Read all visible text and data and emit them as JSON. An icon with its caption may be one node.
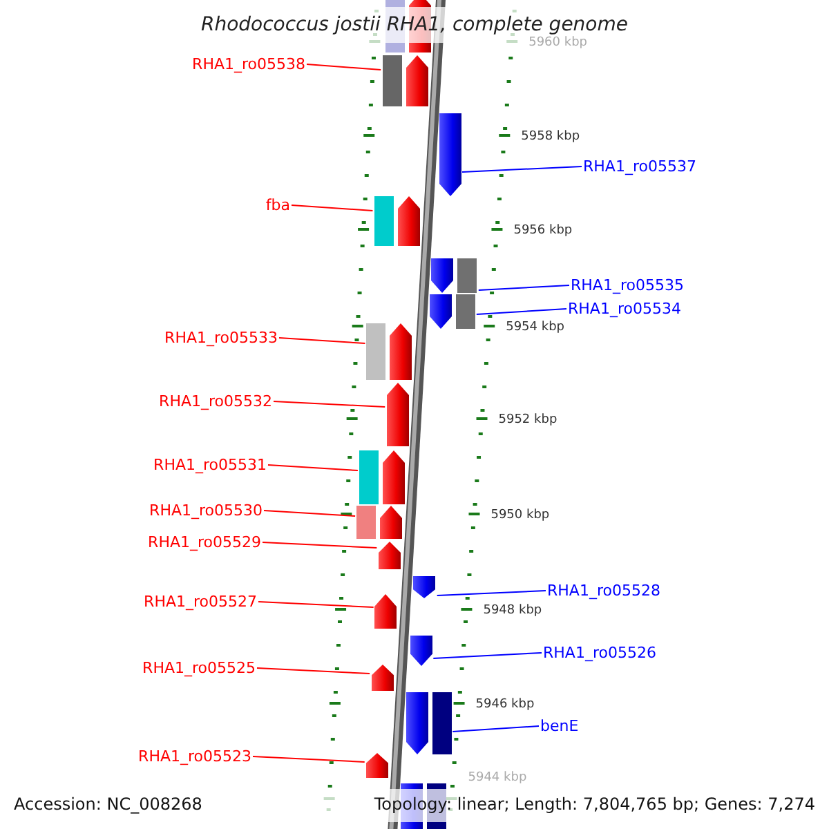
{
  "diagram": {
    "title": "Rhodococcus jostii RHA1, complete genome",
    "nodes": [
      {
        "text": [],
        "shape": "arrow"
      },
      {
        "text": [],
        "shape": "arrow"
      },
      {
        "text": [],
        "shape": "arrow"
      },
      {
        "text": [],
        "shape": "arrow"
      },
      {
        "text": [],
        "shape": "arrow"
      },
      {
        "text": [],
        "shape": "arrow"
      },
      {
        "text": [],
        "shape": "arrow"
      },
      {
        "text": [],
        "shape": "arrow"
      },
      {
        "text": [],
        "shape": "arrow"
      },
      {
        "text": [],
        "shape": "arrow"
      },
      {
        "text": [],
        "shape": "arrow"
      },
      {
        "text": [],
        "shape": "arrow"
      },
      {
        "text": [],
        "shape": "arrow"
      },
      {
        "text": [],
        "shape": "arrow"
      },
      {
        "text": [],
        "shape": "arrow"
      },
      {
        "text": [],
        "shape": "arrow"
      },
      {
        "text": [],
        "shape": "arrow"
      },
      {
        "text": [],
        "shape": "arrow"
      },
      {
        "text": [
          "RHA1_ro05538"
        ]
      },
      {
        "text": [
          "RHA1_ro05537"
        ]
      },
      {
        "text": [
          "fba"
        ]
      },
      {
        "text": [
          "RHA1_ro05535"
        ]
      },
      {
        "text": [
          "RHA1_ro05534"
        ]
      },
      {
        "text": [
          "RHA1_ro05533"
        ]
      },
      {
        "text": [
          "RHA1_ro05532"
        ]
      },
      {
        "text": [
          "RHA1_ro05531"
        ]
      },
      {
        "text": [
          "RHA1_ro05530"
        ]
      },
      {
        "text": [
          "RHA1_ro05529"
        ]
      },
      {
        "text": [
          "RHA1_ro05528"
        ]
      },
      {
        "text": [
          "RHA1_ro05527"
        ]
      },
      {
        "text": [
          "RHA1_ro05526"
        ]
      },
      {
        "text": [
          "RHA1_ro05525"
        ]
      },
      {
        "text": [
          "benE"
        ]
      },
      {
        "text": [
          "RHA1_ro05523"
        ]
      }
    ],
    "edges": [
      {
        "from": 18,
        "to": 1,
        "arrow": "none"
      },
      {
        "from": 19,
        "to": 11,
        "arrow": "none",
        "color": "#0000ff"
      },
      {
        "from": 20,
        "to": 2,
        "arrow": "none"
      },
      {
        "from": 21,
        "to": 12,
        "arrow": "none",
        "color": "#0000ff"
      },
      {
        "from": 22,
        "to": 13,
        "arrow": "none",
        "color": "#0000ff"
      },
      {
        "from": 23,
        "to": 3,
        "arrow": "none"
      },
      {
        "from": 24,
        "to": 4,
        "arrow": "none"
      },
      {
        "from": 25,
        "to": 5,
        "arrow": "none"
      },
      {
        "from": 26,
        "to": 6,
        "arrow": "none"
      },
      {
        "from": 27,
        "to": 7,
        "arrow": "none"
      },
      {
        "from": 28,
        "to": 14,
        "arrow": "none",
        "color": "#0000ff"
      },
      {
        "from": 29,
        "to": 8,
        "arrow": "none"
      },
      {
        "from": 30,
        "to": 15,
        "arrow": "none",
        "color": "#0000ff"
      },
      {
        "from": 31,
        "to": 9,
        "arrow": "none"
      },
      {
        "from": 32,
        "to": 16,
        "arrow": "none",
        "color": "#0000ff"
      },
      {
        "from": 33,
        "to": 10,
        "arrow": "none"
      }
    ],
    "labels": [
      "5960 kbp",
      "5958 kbp",
      "5956 kbp",
      "5954 kbp",
      "5952 kbp",
      "5950 kbp",
      "5948 kbp",
      "5946 kbp",
      "5944 kbp",
      "Accession: NC_008268",
      "Topology: linear; Length: 7,804,765 bp; Genes: 7,274"
    ]
  }
}
